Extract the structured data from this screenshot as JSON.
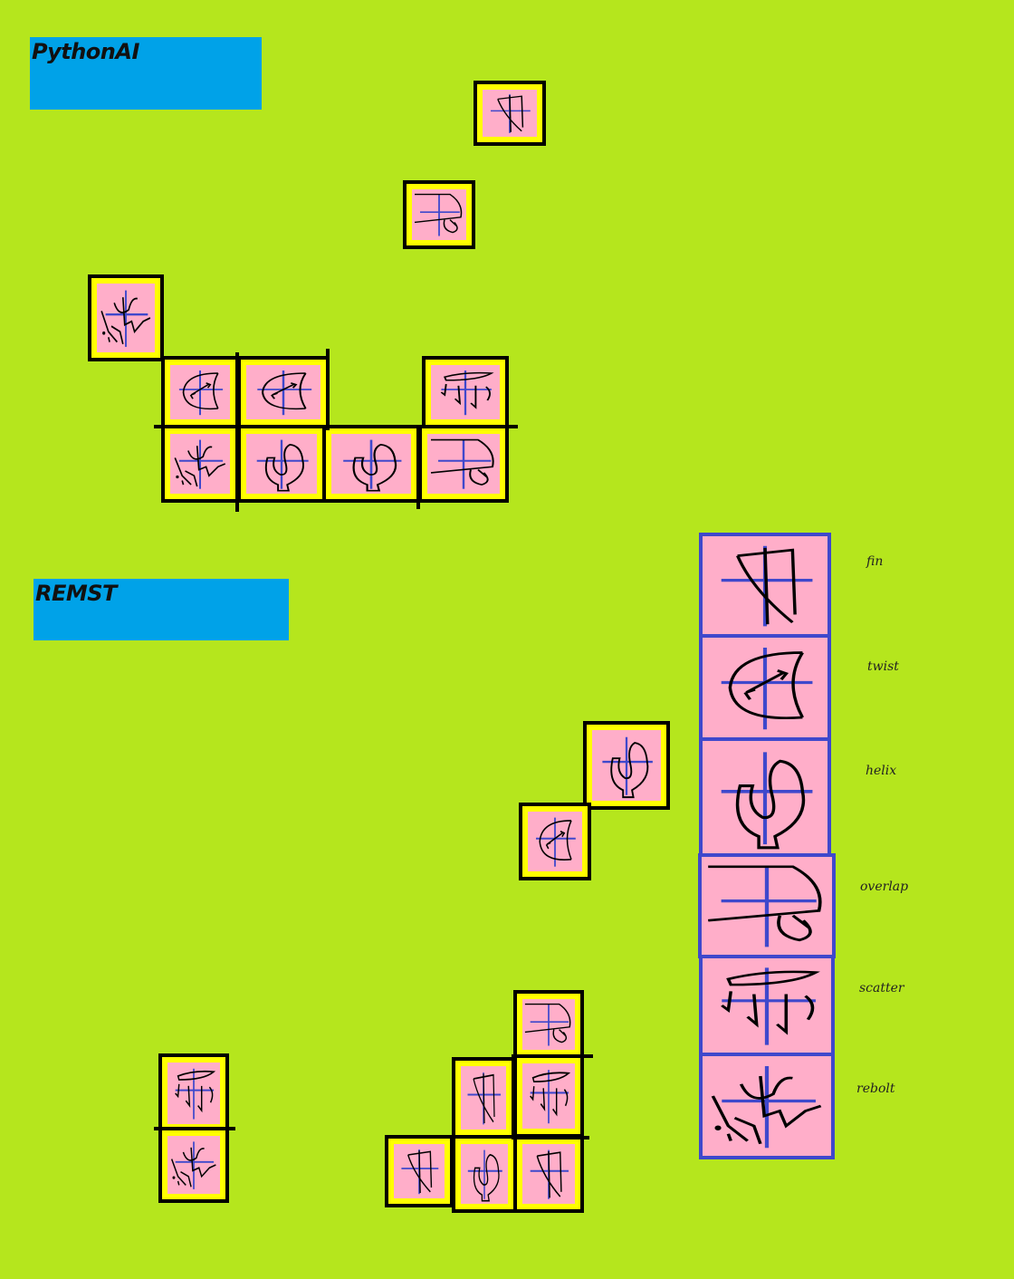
{
  "sections": {
    "python_ai": {
      "title": "PythonAI"
    },
    "remst": {
      "title": "REMST"
    }
  },
  "legend": [
    {
      "shape": "fin",
      "label": "fin"
    },
    {
      "shape": "twist",
      "label": "twist"
    },
    {
      "shape": "helix",
      "label": "helix"
    },
    {
      "shape": "overlap",
      "label": "overlap"
    },
    {
      "shape": "scatter",
      "label": "scatter"
    },
    {
      "shape": "rebolt",
      "label": "rebolt"
    }
  ],
  "python_ai_tiles": [
    "fin",
    "overlap",
    "rebolt",
    "twist",
    "twist",
    "scatter",
    "rebolt",
    "helix",
    "helix",
    "overlap"
  ],
  "remst_tiles": [
    "helix",
    "twist",
    "overlap",
    "scatter",
    "fin",
    "scatter",
    "rebolt",
    "fin",
    "helix",
    "fin"
  ],
  "colors": {
    "background": "#b5e61d",
    "title_box": "#00a2e8",
    "tile_fill": "#ffaec9",
    "tile_frame": "#ffff00",
    "legend_border": "#3f48cc",
    "crosshair": "#3f48cc"
  }
}
